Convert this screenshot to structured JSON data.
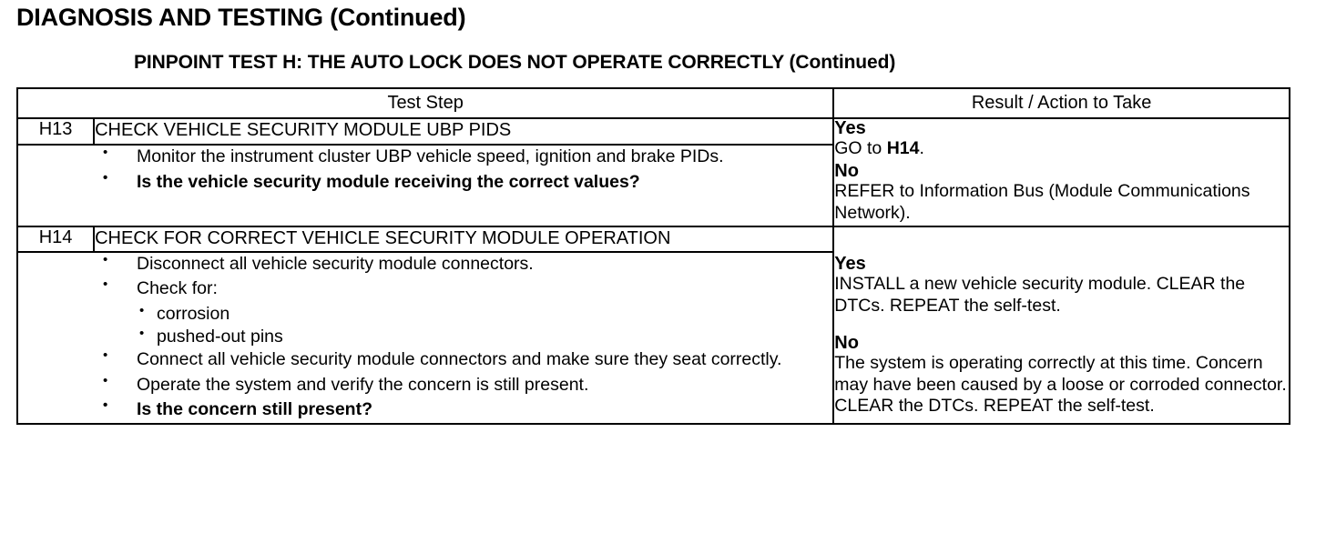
{
  "document": {
    "page_title": "DIAGNOSIS AND TESTING (Continued)",
    "pinpoint_title": "PINPOINT TEST  H: THE AUTO LOCK DOES NOT OPERATE CORRECTLY (Continued)"
  },
  "table": {
    "headers": {
      "test_step": "Test Step",
      "result_action": "Result / Action to Take"
    },
    "rows": [
      {
        "id": "H13",
        "title": "CHECK VEHICLE SECURITY MODULE UBP PIDS",
        "steps": [
          "Monitor the instrument cluster UBP vehicle speed, ignition and brake PIDs.",
          "Is the vehicle security module receiving the correct values?"
        ],
        "result": {
          "yes_label": "Yes",
          "yes_text_pre": "GO to ",
          "yes_text_bold": "H14",
          "yes_text_post": ".",
          "no_label": "No",
          "no_text": "REFER to Information Bus (Module Communications Network)."
        }
      },
      {
        "id": "H14",
        "title": "CHECK FOR CORRECT VEHICLE SECURITY MODULE OPERATION",
        "steps": [
          "Disconnect all vehicle security module connectors.",
          "Check for:",
          "Connect all vehicle security module connectors and make sure they seat correctly.",
          "Operate the system and verify the concern is still present.",
          "Is the concern still present?"
        ],
        "substeps": [
          "corrosion",
          "pushed-out pins"
        ],
        "result": {
          "yes_label": "Yes",
          "yes_text": "INSTALL a new vehicle security module. CLEAR the DTCs. REPEAT the self-test.",
          "no_label": "No",
          "no_text": "The system is operating correctly at this time. Concern may have been caused by a loose or corroded connector. CLEAR the DTCs. REPEAT the self-test."
        }
      }
    ]
  }
}
